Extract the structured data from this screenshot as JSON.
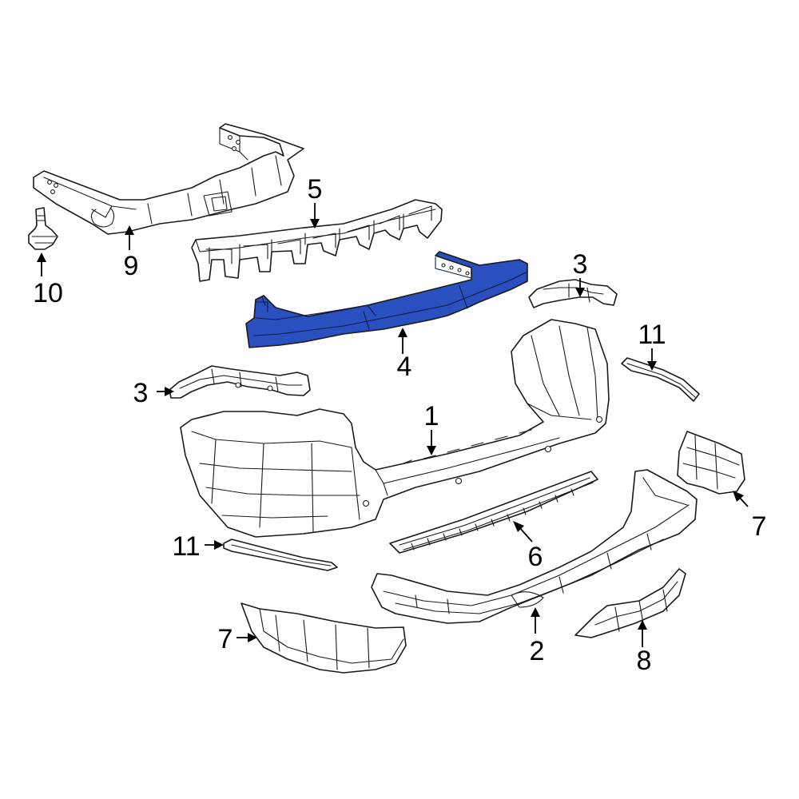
{
  "highlight_color": "#2a4fbf",
  "callouts": {
    "c1": "1",
    "c2": "2",
    "c3_right": "3",
    "c3_left": "3",
    "c4": "4",
    "c5": "5",
    "c6": "6",
    "c7_right": "7",
    "c7_left": "7",
    "c8": "8",
    "c9": "9",
    "c10": "10",
    "c11_right": "11",
    "c11_left": "11"
  }
}
